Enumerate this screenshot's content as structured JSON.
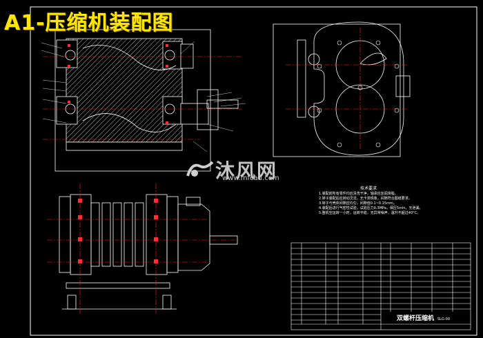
{
  "title": "A1-压缩机装配图",
  "watermark": {
    "brand": "沐风网",
    "url": "www.mfcad.com"
  },
  "tech_requirements": {
    "heading": "技术要求",
    "lines": [
      "1.装配前所有零件均应清洗干净，轴承应加润滑脂。",
      "2.转子装配后应转动灵活，无卡滞现象，间隙符合图纸要求。",
      "3.转子与壳体间隙应均匀，间隙值0.1~0.15mm。",
      "4.装配后进行气密性试验，试验压力0.3MPa，保压5min，无泄漏。",
      "5.整机空运转一小时，运转平稳，无异常噪声，温升不超过40°C。"
    ]
  },
  "title_block": {
    "name": "双螺杆压缩机",
    "drawing_no": "SLG-00"
  },
  "colors": {
    "title": "#ffe800",
    "lines": "#ffffff",
    "centerline": "#ff2020",
    "hatch": "#ffffff",
    "bolts": "#ff3030"
  }
}
